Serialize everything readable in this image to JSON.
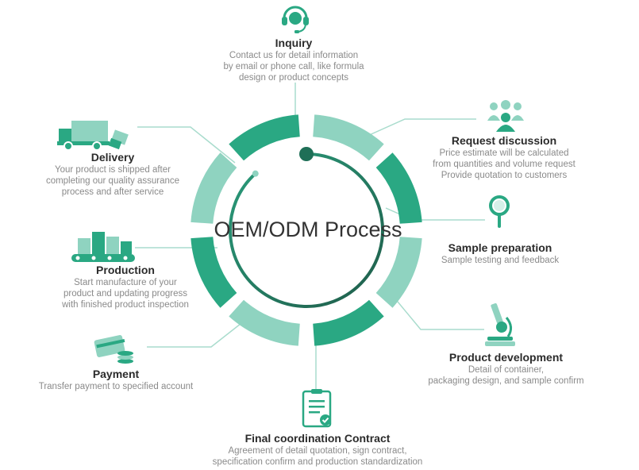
{
  "center_title": "OEM/ODM Process",
  "colors": {
    "dark": "#2aa883",
    "light": "#8fd3c0",
    "line": "#a9dccd",
    "text": "#2b2b2b",
    "desc": "#8a8a8a"
  },
  "steps": [
    {
      "icon": "headset-icon",
      "title": "Inquiry",
      "desc": [
        "Contact us for detail information",
        "by email or phone call, like formula",
        "design or product concepts"
      ]
    },
    {
      "icon": "team-icon",
      "title": "Request discussion",
      "desc": [
        "Price estimate will be calculated",
        "from quantities and volume request",
        "Provide quotation to customers"
      ]
    },
    {
      "icon": "magnifier-icon",
      "title": "Sample preparation",
      "desc": [
        "Sample testing and feedback"
      ]
    },
    {
      "icon": "microscope-icon",
      "title": "Product development",
      "desc": [
        "Detail of container,",
        "packaging design, and sample confirm"
      ]
    },
    {
      "icon": "clipboard-check-icon",
      "title": "Final coordination Contract",
      "desc": [
        "Agreement of detail quotation, sign contract,",
        "specification confirm and production standardization"
      ]
    },
    {
      "icon": "card-coins-icon",
      "title": "Payment",
      "desc": [
        "Transfer payment to specified account"
      ]
    },
    {
      "icon": "conveyor-icon",
      "title": "Production",
      "desc": [
        "Start manufacture of your",
        "product and updating progress",
        "with finished product inspection"
      ]
    },
    {
      "icon": "truck-icon",
      "title": "Delivery",
      "desc": [
        "Your product is shipped after",
        "completing our quality assurance",
        "process and after service"
      ]
    }
  ]
}
